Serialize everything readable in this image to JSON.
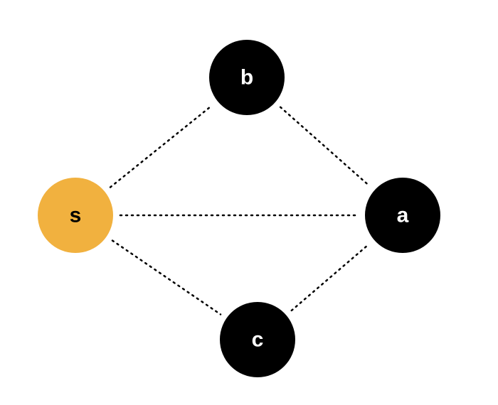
{
  "graph": {
    "colors": {
      "source_node": "#F1B13F",
      "node": "#000000",
      "source_label": "#000000",
      "node_label": "#ffffff",
      "edge": "#000000"
    },
    "nodes": [
      {
        "id": "s",
        "label": "s",
        "role": "source"
      },
      {
        "id": "b",
        "label": "b",
        "role": "node"
      },
      {
        "id": "a",
        "label": "a",
        "role": "node"
      },
      {
        "id": "c",
        "label": "c",
        "role": "node"
      }
    ],
    "edges": [
      {
        "from": "s",
        "to": "b",
        "style": "dotted"
      },
      {
        "from": "s",
        "to": "a",
        "style": "dotted"
      },
      {
        "from": "s",
        "to": "c",
        "style": "dotted"
      },
      {
        "from": "b",
        "to": "a",
        "style": "dotted"
      },
      {
        "from": "c",
        "to": "a",
        "style": "dotted"
      }
    ]
  }
}
